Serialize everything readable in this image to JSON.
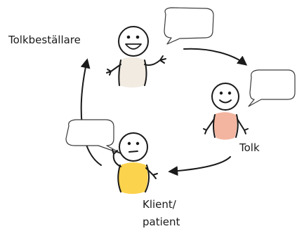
{
  "diagram": {
    "roles": [
      {
        "id": "tolkbestallare",
        "label": "Tolkbeställare",
        "body_color": "#f1ebe1",
        "expression": "big-smile"
      },
      {
        "id": "tolk",
        "label": "Tolk",
        "body_color": "#f3b5a0",
        "expression": "smile"
      },
      {
        "id": "klient",
        "label_lines": [
          "Klient/",
          "patient"
        ],
        "body_color": "#fbd34d",
        "expression": "neutral"
      }
    ],
    "flow": [
      "tolkbestallare",
      "tolk",
      "klient",
      "tolkbestallare"
    ]
  }
}
